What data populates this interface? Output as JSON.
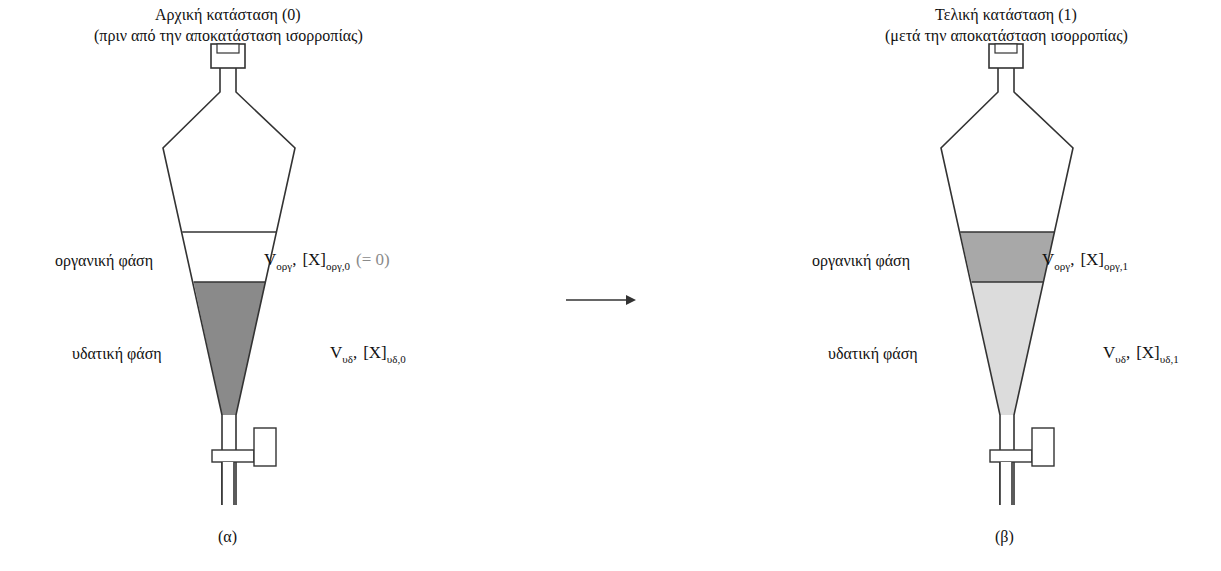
{
  "diagram": {
    "labels": [
      "Αρχική κατάσταση (0)",
      "(πριν από την αποκατάσταση ισορροπίας)",
      "Τελική κατάσταση (1)",
      "(μετά την αποκατάσταση ισορροπίας)",
      "οργανική φάση",
      "V",
      "οργ",
      ",",
      "[X]",
      "οργ,0",
      "(= 0)",
      "υδατική φάση",
      "V",
      "υδ",
      ",",
      "[X]",
      "υδ,0",
      "οργανική φάση",
      "V",
      "οργ",
      ",",
      "[X]",
      "οργ,1",
      "υδατική φάση",
      "V",
      "υδ",
      ",",
      "[X]",
      "υδ,1",
      "(α)",
      "(β)"
    ]
  }
}
